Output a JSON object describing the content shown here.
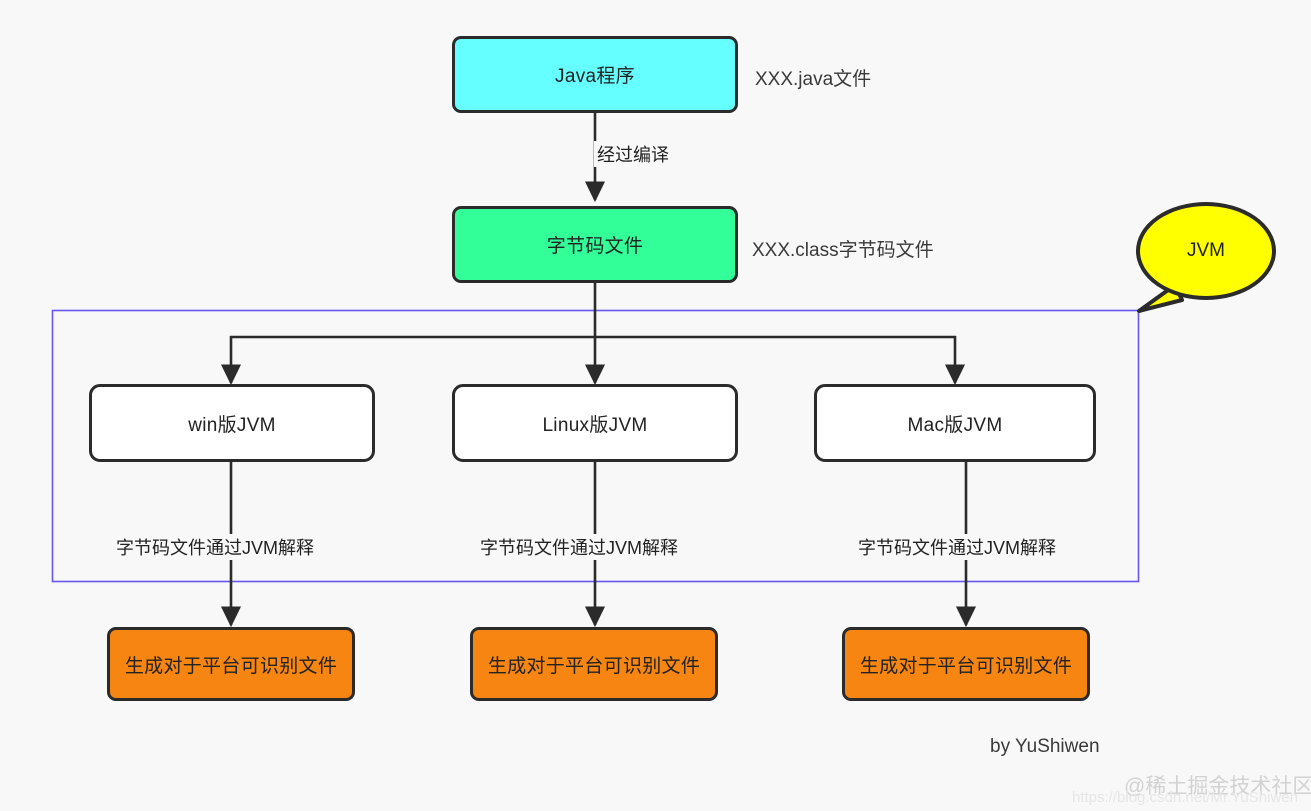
{
  "diagram": {
    "background_color": "#f8f8f8",
    "nodes": {
      "java_program": {
        "label": "Java程序",
        "color": "#66ffff"
      },
      "bytecode_file": {
        "label": "字节码文件",
        "color": "#33ff99"
      },
      "jvm_win": {
        "label": "win版JVM",
        "color": "#ffffff"
      },
      "jvm_linux": {
        "label": "Linux版JVM",
        "color": "#ffffff"
      },
      "jvm_mac": {
        "label": "Mac版JVM",
        "color": "#ffffff"
      },
      "output_win": {
        "label": "生成对于平台可识别文件",
        "color": "#f68511"
      },
      "output_linux": {
        "label": "生成对于平台可识别文件",
        "color": "#f68511"
      },
      "output_mac": {
        "label": "生成对于平台可识别文件",
        "color": "#f68511"
      }
    },
    "annotations": {
      "java_file": "XXX.java文件",
      "class_file": "XXX.class字节码文件"
    },
    "edge_labels": {
      "compile": "经过编译",
      "interpret_win": "字节码文件通过JVM解释",
      "interpret_linux": "字节码文件通过JVM解释",
      "interpret_mac": "字节码文件通过JVM解释"
    },
    "callout": {
      "label": "JVM",
      "color": "#ffff00",
      "border_color": "#2b2b2b"
    },
    "group_box": {
      "border_color": "#6655ee"
    },
    "credit": "by YuShiwen",
    "watermark": "@稀土掘金技术社区",
    "watermark_url": "https://blog.csdn.net/Mr.YuShiwen"
  }
}
